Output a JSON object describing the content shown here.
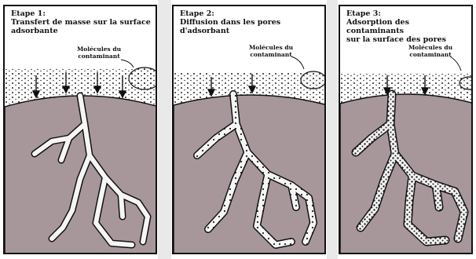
{
  "panels": [
    {
      "stage": "Etape 1:",
      "title_line1": "Transfert de masse sur la surface",
      "title_line2": "adsorbante",
      "label_line1": "Molécules du",
      "label_line2": "contaminant"
    },
    {
      "stage": "Etape 2:",
      "title_line1": "Diffusion dans les pores",
      "title_line2": "d'adsorbant",
      "label_line1": "Molécules du",
      "label_line2": "contaminant"
    },
    {
      "stage": "Etape 3:",
      "title_line1": "Adsorption des contaminants",
      "title_line2": "sur la surface des pores",
      "label_line1": "Molécules du",
      "label_line2": "contaminant"
    }
  ],
  "colors": {
    "adsorbent": "#a8979a",
    "pore": "#f5f5f5",
    "ink": "#111111"
  }
}
